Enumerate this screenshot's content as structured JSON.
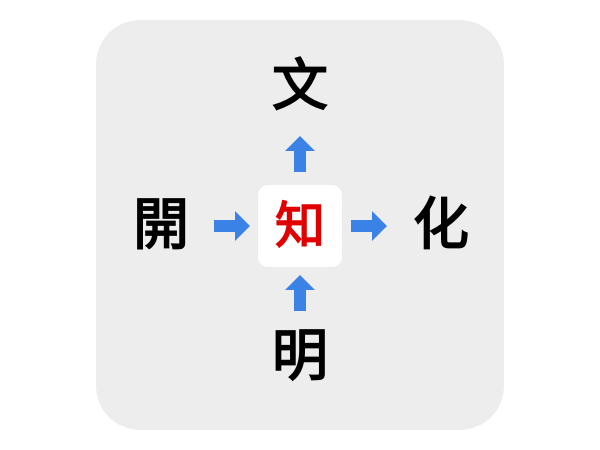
{
  "puzzle": {
    "center": "知",
    "top": "文",
    "left": "開",
    "right": "化",
    "bottom": "明"
  },
  "colors": {
    "panel": "#ededed",
    "center_text": "#e00000",
    "arrow": "#3b82e6",
    "text": "#000000"
  },
  "icons": {
    "arrow_top": "arrow-up-icon",
    "arrow_bottom": "arrow-up-icon",
    "arrow_left": "arrow-right-icon",
    "arrow_right": "arrow-right-icon"
  }
}
